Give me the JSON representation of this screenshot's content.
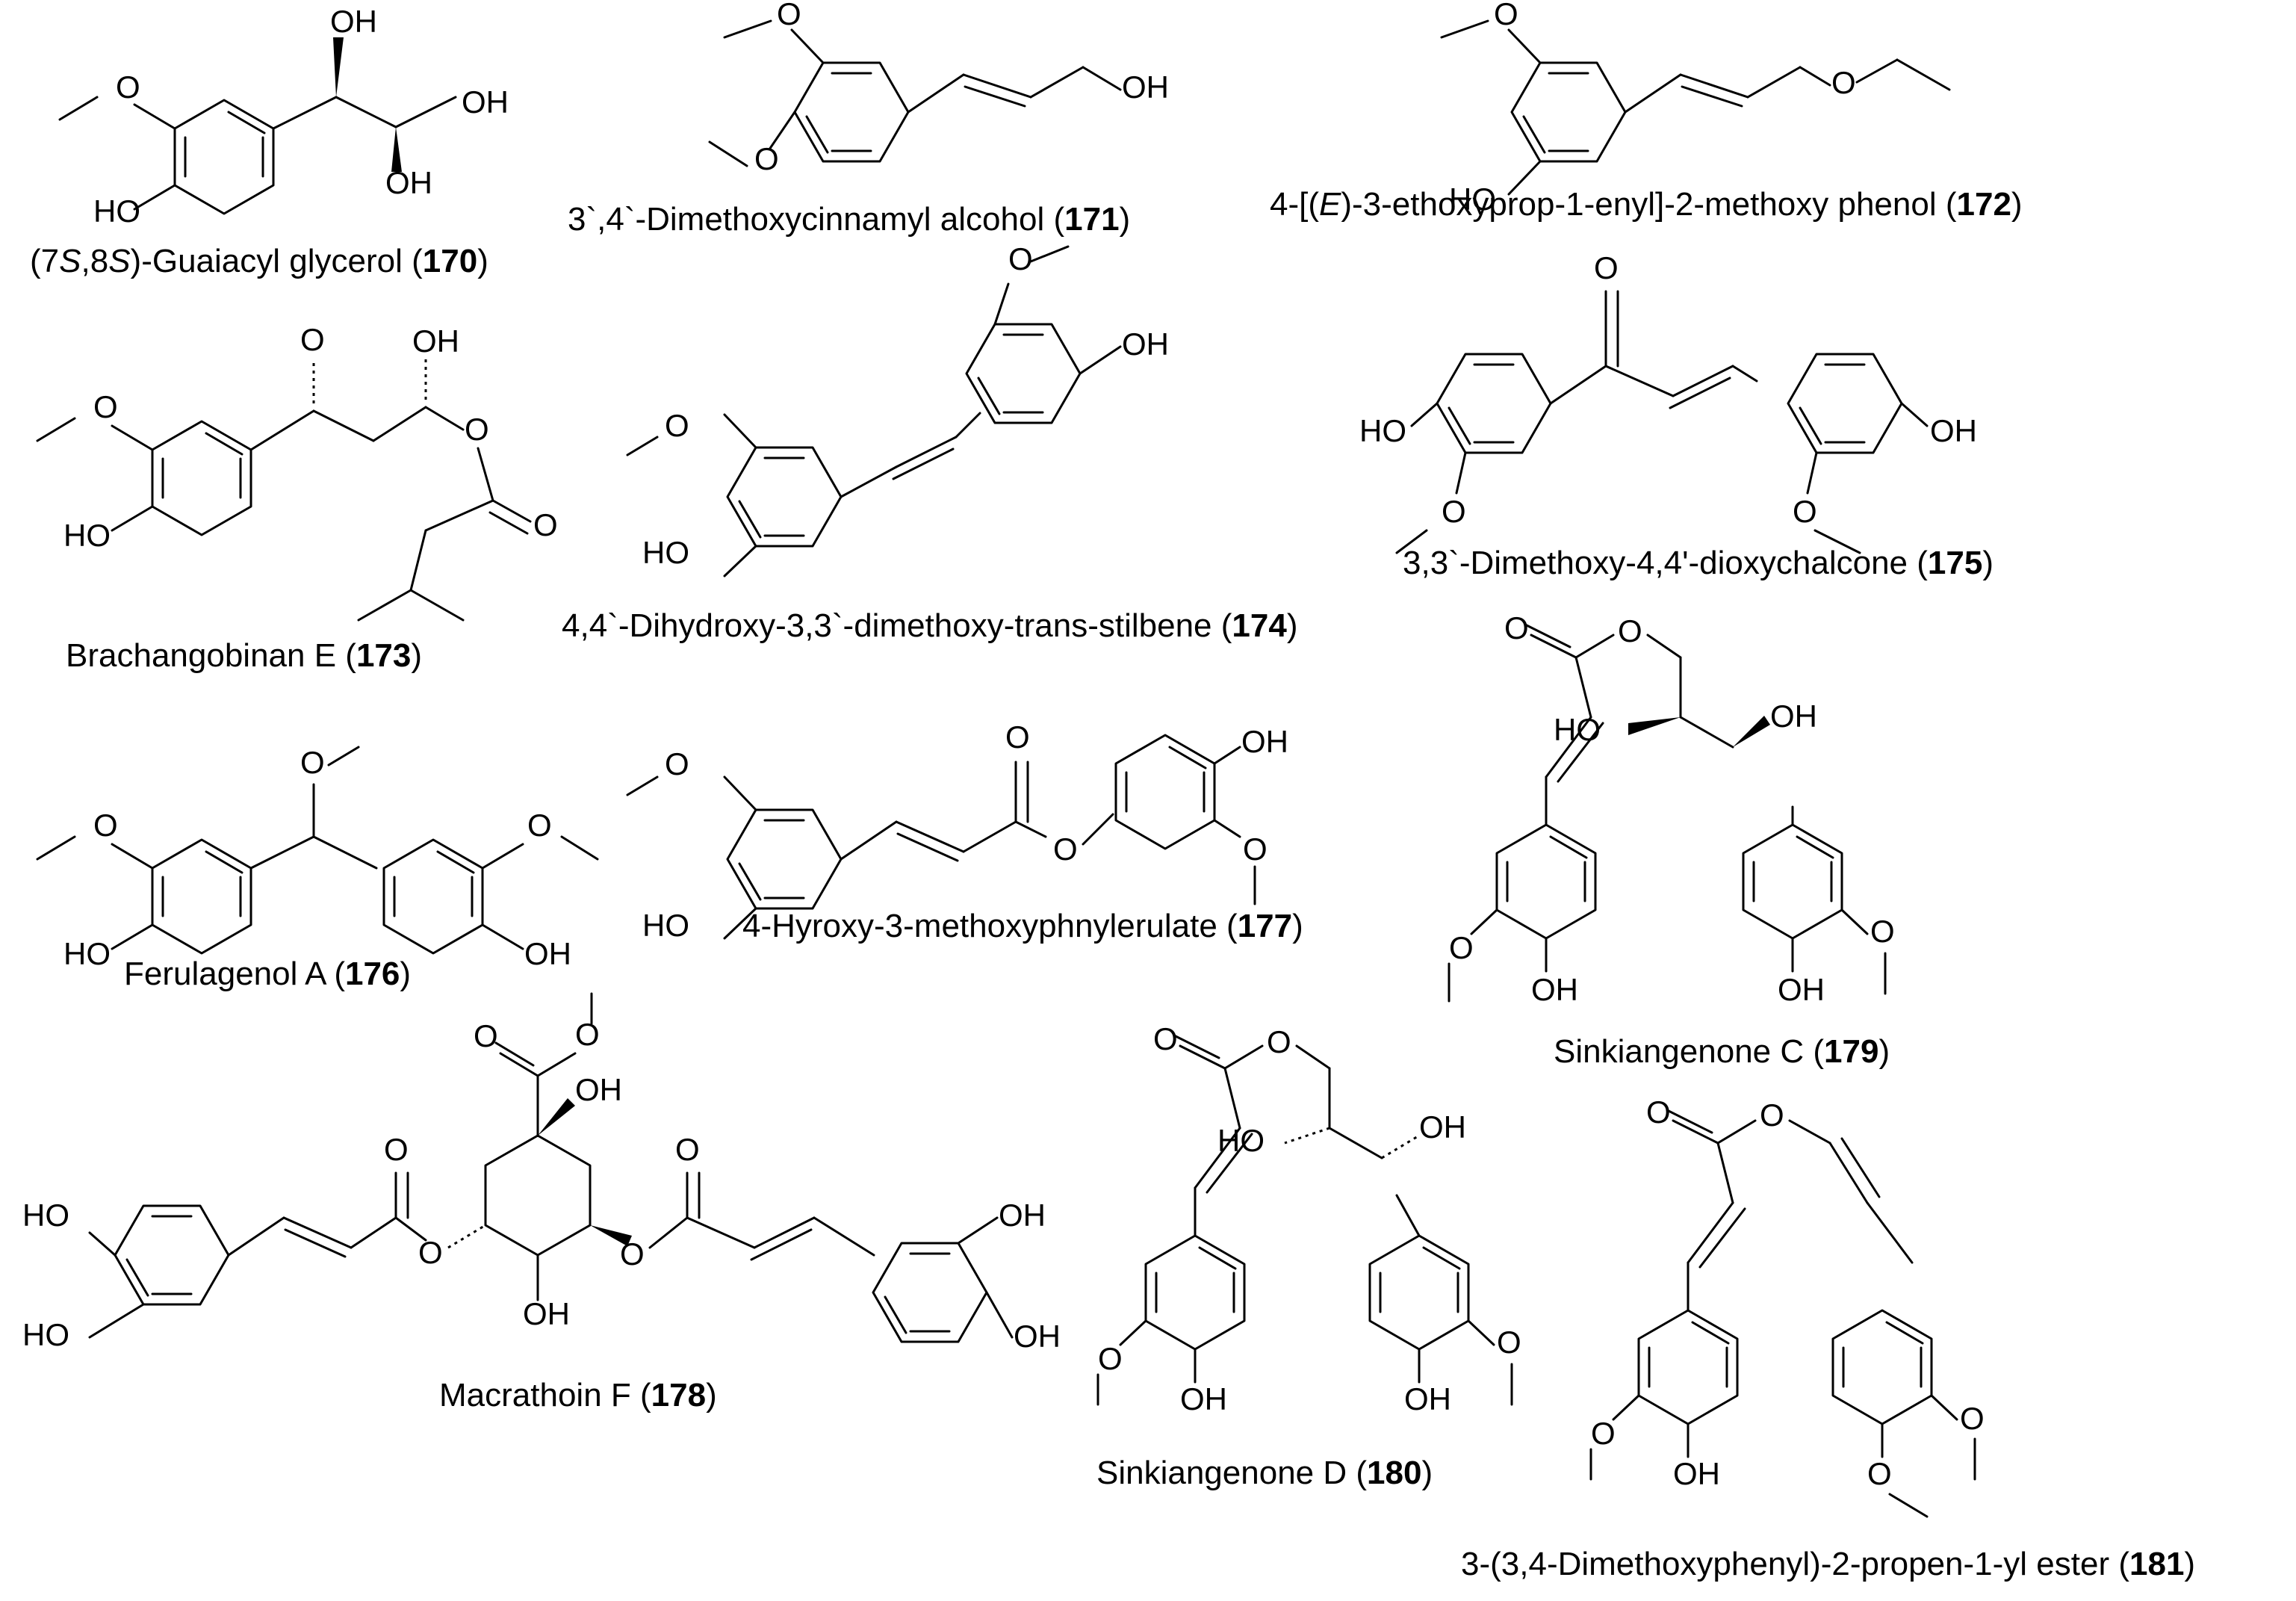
{
  "compounds": {
    "c170": {
      "pre": "(7",
      "i1": "S",
      "mid": ",8",
      "i2": "S",
      "post": ")-Guaiacyl glycerol (",
      "num": "170",
      "close": ")"
    },
    "c171": {
      "name": "3`,4`-Dimethoxycinnamyl alcohol (",
      "num": "171",
      "close": ")"
    },
    "c172": {
      "pre": "4-[(",
      "i1": "E",
      "post": ")-3-ethoxyprop-1-enyl]-2-methoxy phenol (",
      "num": "172",
      "close": ")"
    },
    "c173": {
      "name": "Brachangobinan E (",
      "num": "173",
      "close": ")"
    },
    "c174": {
      "name": "4,4`-Dihydroxy-3,3`-dimethoxy-trans-stilbene (",
      "num": "174",
      "close": ")"
    },
    "c175": {
      "name": "3,3`-Dimethoxy-4,4'-dioxychalcone (",
      "num": "175",
      "close": ")"
    },
    "c176": {
      "name": "Ferulagenol A (",
      "num": "176",
      "close": ")"
    },
    "c177": {
      "name": "4-Hyroxy-3-methoxyphnylerulate (",
      "num": "177",
      "close": ")"
    },
    "c178": {
      "name": "Macrathoin F (",
      "num": "178",
      "close": ")"
    },
    "c179": {
      "name": "Sinkiangenone C (",
      "num": "179",
      "close": ")"
    },
    "c180": {
      "name": "Sinkiangenone D (",
      "num": "180",
      "close": ")"
    },
    "c181": {
      "name": "3-(3,4-Dimethoxyphenyl)-2-propen-1-yl ester (",
      "num": "181",
      "close": ")"
    }
  },
  "atoms": {
    "oh": "OH",
    "ho": "HO",
    "o": "O"
  }
}
